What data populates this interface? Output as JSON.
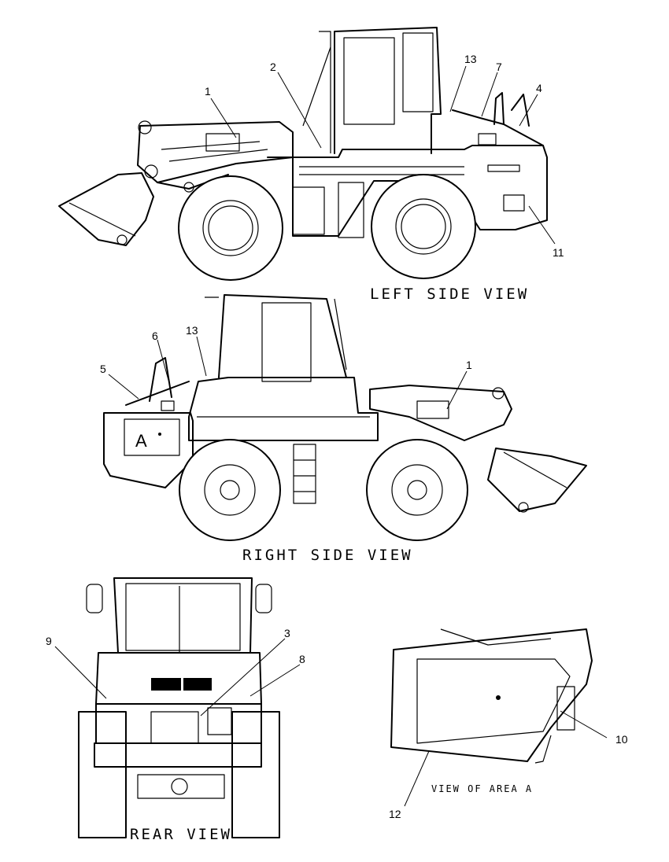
{
  "views": {
    "left": {
      "title": "LEFT SIDE VIEW"
    },
    "right": {
      "title": "RIGHT SIDE VIEW"
    },
    "rear": {
      "title": "REAR VIEW"
    },
    "area_a": {
      "title": "VIEW OF AREA A"
    }
  },
  "area_marker": "A",
  "callouts": {
    "left": [
      "1",
      "2",
      "13",
      "7",
      "4",
      "11"
    ],
    "right": [
      "6",
      "13",
      "5",
      "1"
    ],
    "rear": [
      "9",
      "3",
      "8"
    ],
    "area_a": [
      "10",
      "12"
    ]
  }
}
